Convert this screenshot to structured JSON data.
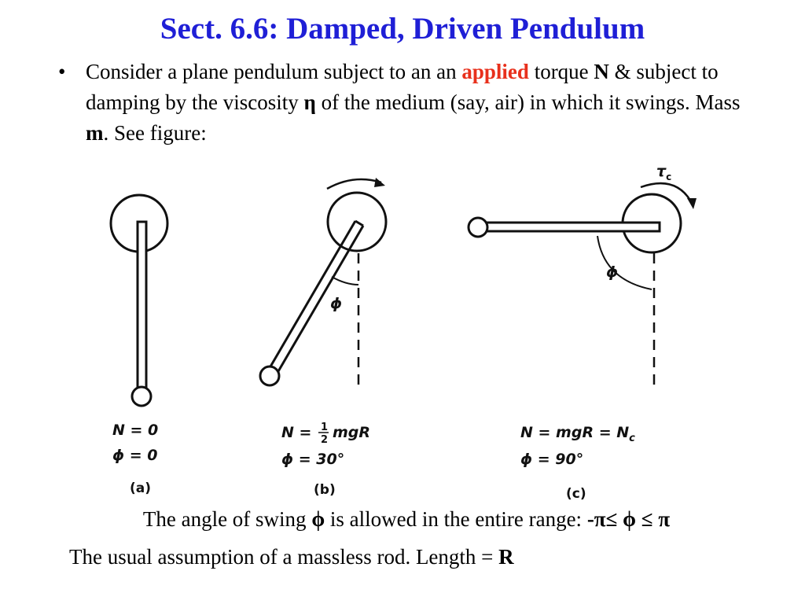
{
  "slide": {
    "title": "Sect. 6.6: Damped, Driven Pendulum",
    "bullet": {
      "marker": "•",
      "text_1": "Consider a plane pendulum subject to an an ",
      "applied": "applied",
      "text_2": " torque ",
      "N": "N",
      "text_3": " & subject to damping by the viscosity ",
      "eta": "η",
      "text_4": " of the medium (say, air) in which it swings. Mass ",
      "m": "m",
      "text_5": ". See figure:"
    },
    "line1": {
      "text": "The angle of swing ",
      "phi": "ϕ",
      "text_2": " is allowed in the entire range: ",
      "range": "-π≤ ϕ ≤ π"
    },
    "line2": {
      "text": "The usual assumption of a massless rod. Length = ",
      "R": "R"
    }
  },
  "figure": {
    "a": {
      "eq_N": "N = 0",
      "eq_phi": "ϕ = 0",
      "caption": "(a)"
    },
    "b": {
      "eq_N_left": "N = ",
      "frac_num": "1",
      "frac_den": "2",
      "eq_N_right": "mgR",
      "eq_phi": "ϕ = 30°",
      "angle_label": "ϕ",
      "caption": "(b)"
    },
    "c": {
      "eq_N": "N = mgR = N",
      "eq_N_sub": "c",
      "eq_phi": "ϕ = 90°",
      "angle_label": "ϕ",
      "torque_label": "τ",
      "torque_sub": "c",
      "caption": "(c)"
    }
  }
}
